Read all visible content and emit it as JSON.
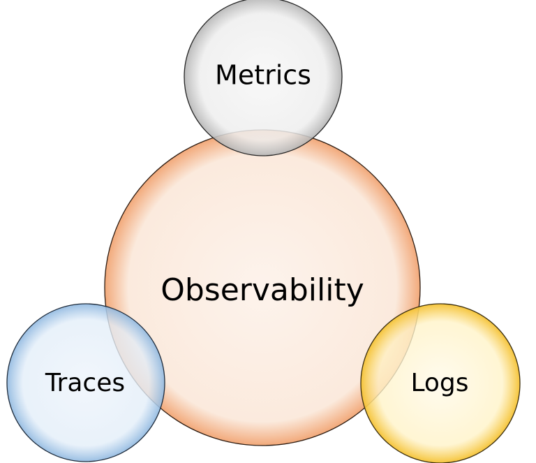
{
  "diagram": {
    "center": {
      "label": "Observability",
      "color": "#f4b183"
    },
    "nodes": [
      {
        "id": "metrics",
        "label": "Metrics",
        "color": "#bfbfbf"
      },
      {
        "id": "traces",
        "label": "Traces",
        "color": "#9dc3e6"
      },
      {
        "id": "logs",
        "label": "Logs",
        "color": "#ffd966"
      }
    ]
  }
}
